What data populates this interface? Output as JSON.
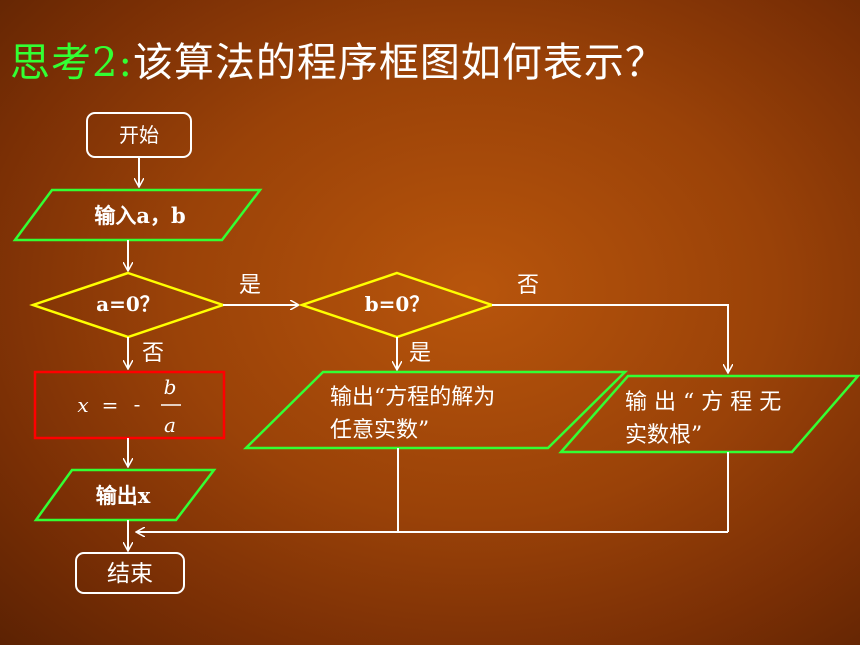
{
  "title": {
    "prefix": "思考2:",
    "text": "该算法的程序框图如何表示？"
  },
  "flowchart": {
    "start": "开始",
    "input": "输入a，b",
    "decision1": "a=0？",
    "decision2": "b=0？",
    "branch_yes": "是",
    "branch_no": "否",
    "formula_var": "x",
    "formula_eq": "=",
    "formula_minus": "-",
    "formula_num": "b",
    "formula_den": "a",
    "output_inf_line1": "输出“方程的解为",
    "output_inf_line2": "任意实数”",
    "output_none_line1": "输 出 “ 方 程 无",
    "output_none_line2": "实数根”",
    "output_x": "输出x",
    "end": "结束"
  },
  "colors": {
    "process_border": "#ffffff",
    "io_border": "#33ff33",
    "decision_border": "#ffff00",
    "formula_border": "#ff0000",
    "title_highlight": "#33ff33"
  }
}
